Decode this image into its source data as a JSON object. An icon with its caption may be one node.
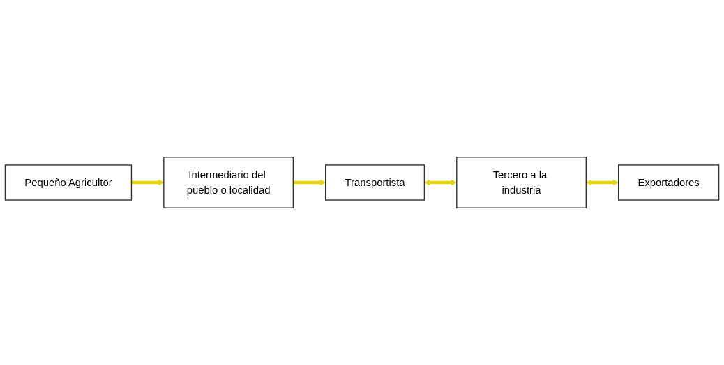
{
  "diagram": {
    "nodes": [
      {
        "text": [
          "Pequeño Agricultor"
        ]
      },
      {
        "text": [
          "Intermediario del pueblo o localidad"
        ]
      },
      {
        "text": [
          "Transportista"
        ]
      },
      {
        "text": [
          "Tercero a la industria"
        ]
      },
      {
        "text": [
          "Exportadores"
        ]
      }
    ],
    "edges": [
      {
        "from": 0,
        "to": 1,
        "arrow": "to"
      },
      {
        "from": 1,
        "to": 2,
        "arrow": "to"
      },
      {
        "from": 2,
        "to": 3,
        "arrow": "both"
      },
      {
        "from": 3,
        "to": 4,
        "arrow": "both"
      }
    ]
  }
}
